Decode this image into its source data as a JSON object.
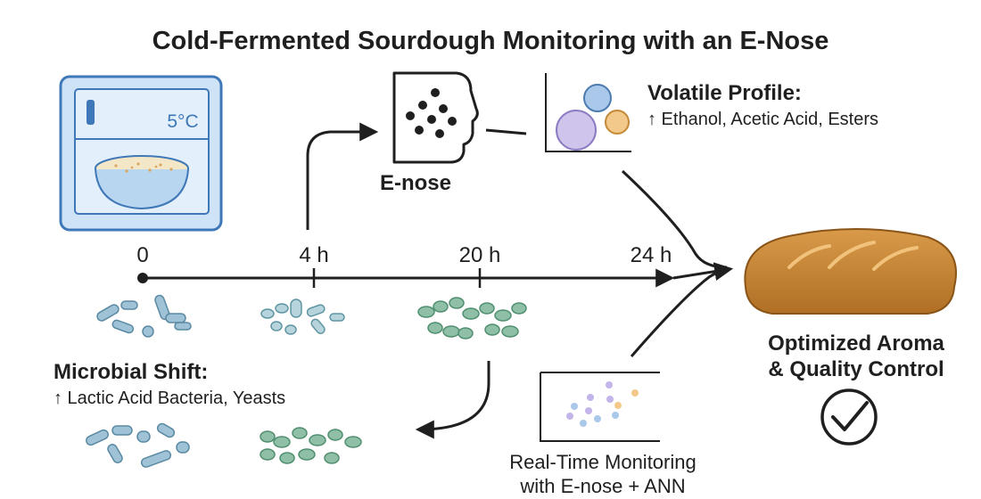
{
  "title": "Cold-Fermented Sourdough Monitoring with an E-Nose",
  "fridge": {
    "temperature": "5°C"
  },
  "enose": {
    "label": "E-nose"
  },
  "volatile": {
    "title": "Volatile Profile:",
    "detail": "↑ Ethanol, Acetic Acid, Esters"
  },
  "timeline": {
    "ticks": [
      "0",
      "4 h",
      "20 h",
      "24 h"
    ]
  },
  "microbial": {
    "title": "Microbial Shift:",
    "detail": "↑ Lactic Acid Bacteria, Yeasts"
  },
  "outcome": {
    "line1": "Optimized Aroma",
    "line2": "& Quality Control"
  },
  "monitoring": {
    "line1": "Real-Time Monitoring",
    "line2": "with E-nose + ANN"
  },
  "colors": {
    "ink": "#1f1f1f",
    "fridge_fill": "#cfe3f7",
    "fridge_stroke": "#3f78b8",
    "bacteria_blue": "#9fc2d6",
    "bacteria_green": "#8fbfa6",
    "bread": "#c98a3c",
    "blob_blue": "#a9c8ea",
    "blob_purple": "#cfc4ec",
    "blob_orange": "#f2c98a"
  }
}
